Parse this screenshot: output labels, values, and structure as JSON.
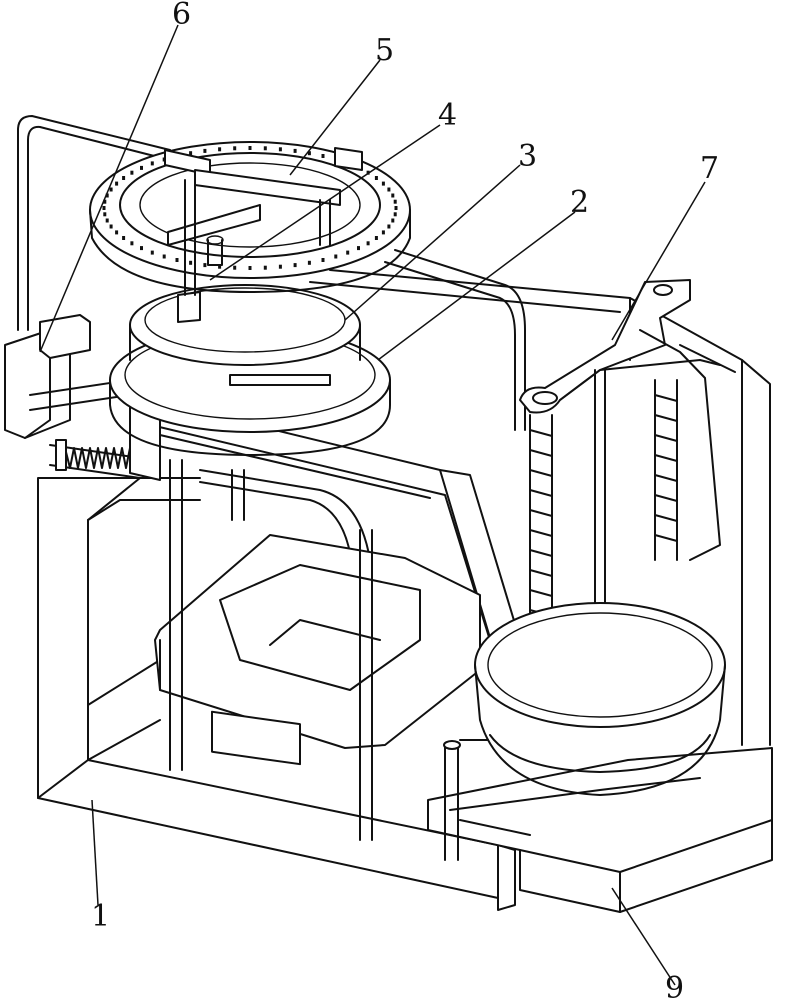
{
  "figure": {
    "callouts": [
      {
        "id": "c1",
        "text": "1"
      },
      {
        "id": "c2",
        "text": "2"
      },
      {
        "id": "c3",
        "text": "3"
      },
      {
        "id": "c4",
        "text": "4"
      },
      {
        "id": "c5",
        "text": "5"
      },
      {
        "id": "c6",
        "text": "6"
      },
      {
        "id": "c7",
        "text": "7"
      },
      {
        "id": "c9",
        "text": "9"
      }
    ]
  }
}
